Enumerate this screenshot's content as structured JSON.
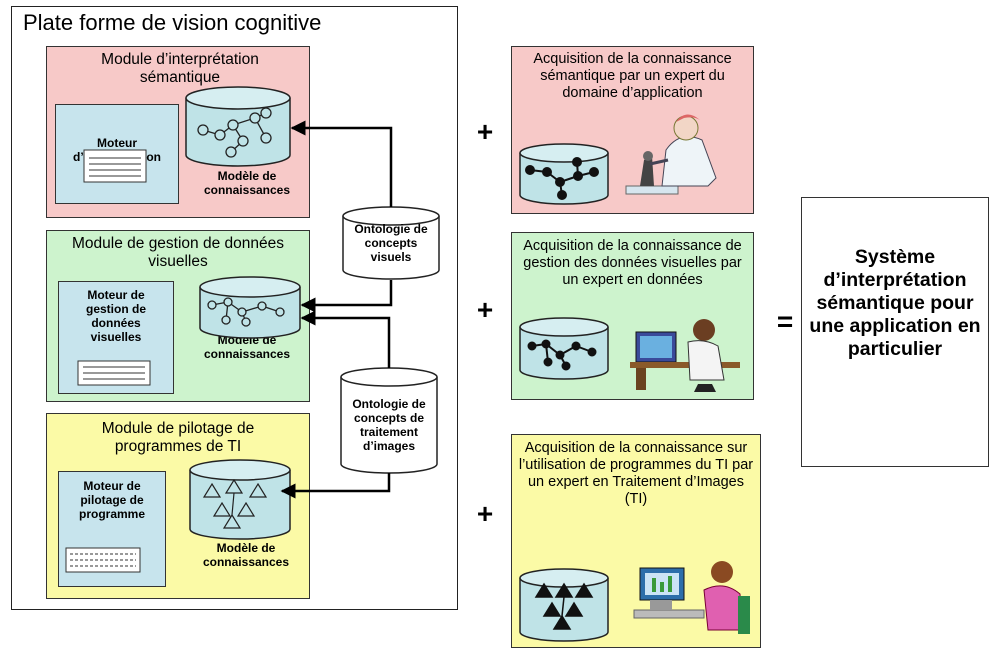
{
  "platform": {
    "title": "Plate forme de vision cognitive",
    "modules": [
      {
        "title": "Module d’interprétation sémantique",
        "engine": "Moteur d’interprétation",
        "kb": "Modèle de connaissances"
      },
      {
        "title": "Module de gestion de données visuelles",
        "engine": "Moteur de gestion de données visuelles",
        "kb": "Modèle de connaissances"
      },
      {
        "title": "Module de pilotage de programmes de TI",
        "engine": "Moteur de pilotage de programme",
        "kb": "Modèle de connaissances"
      }
    ]
  },
  "ontologies": [
    "Ontologie de concepts visuels",
    "Ontologie de concepts de traitement d’images"
  ],
  "experts": [
    "Acquisition de la connaissance sémantique par un expert du domaine d’application",
    "Acquisition de la connaissance de gestion des données visuelles par un expert en données",
    "Acquisition de la connaissance sur l’utilisation de programmes du TI par un expert en Traitement d’Images (TI)"
  ],
  "operators": {
    "plus": "+",
    "equals": "="
  },
  "result": "Système d’interprétation sémantique pour une application en particulier",
  "colors": {
    "semantic": "#f7c9c8",
    "visual_data": "#cdf3cd",
    "image_processing": "#fbfaa6",
    "engine": "#c7e4ed",
    "database": "#bfe3e7"
  },
  "icons": [
    "database-icon",
    "document-icon",
    "scientist-microscope-icon",
    "person-at-computer-icon",
    "woman-at-computer-icon"
  ]
}
